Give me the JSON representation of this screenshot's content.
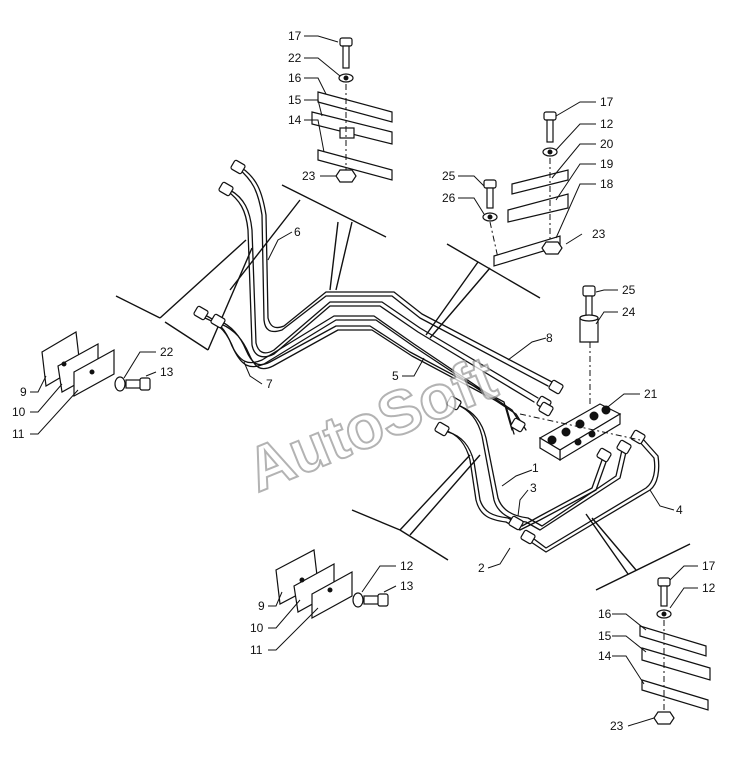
{
  "watermark": "AutoSoft",
  "callouts": {
    "top_center": [
      "17",
      "22",
      "16",
      "15",
      "14",
      "23"
    ],
    "top_right": [
      "17",
      "12",
      "20",
      "19",
      "18",
      "25",
      "26",
      "23"
    ],
    "valve": [
      "25",
      "24",
      "21"
    ],
    "left_clamp": [
      "9",
      "10",
      "11",
      "22",
      "13"
    ],
    "pipes": [
      "6",
      "7",
      "5",
      "8",
      "1",
      "3",
      "2",
      "4"
    ],
    "bottom_clamp": [
      "9",
      "10",
      "11",
      "12",
      "13"
    ],
    "bottom_right": [
      "17",
      "12",
      "16",
      "15",
      "14",
      "23"
    ]
  }
}
